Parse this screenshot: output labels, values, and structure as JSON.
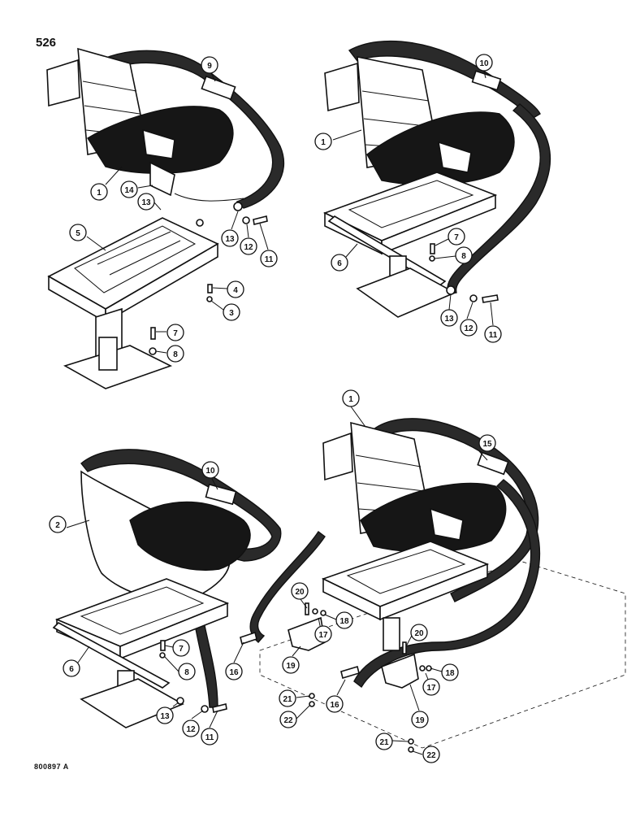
{
  "page_number": "526",
  "figure_code": "800897 A",
  "callouts": {
    "tl": [
      "9",
      "1",
      "14",
      "13",
      "5",
      "13",
      "12",
      "11",
      "4",
      "3",
      "7",
      "8"
    ],
    "tr": [
      "10",
      "1",
      "7",
      "8",
      "6",
      "13",
      "12",
      "11"
    ],
    "bl": [
      "10",
      "2",
      "6",
      "7",
      "8",
      "13",
      "12",
      "11"
    ],
    "br": [
      "1",
      "15",
      "20",
      "18",
      "17",
      "16",
      "19",
      "20",
      "18",
      "17",
      "21",
      "22",
      "16",
      "19",
      "21",
      "22"
    ]
  }
}
